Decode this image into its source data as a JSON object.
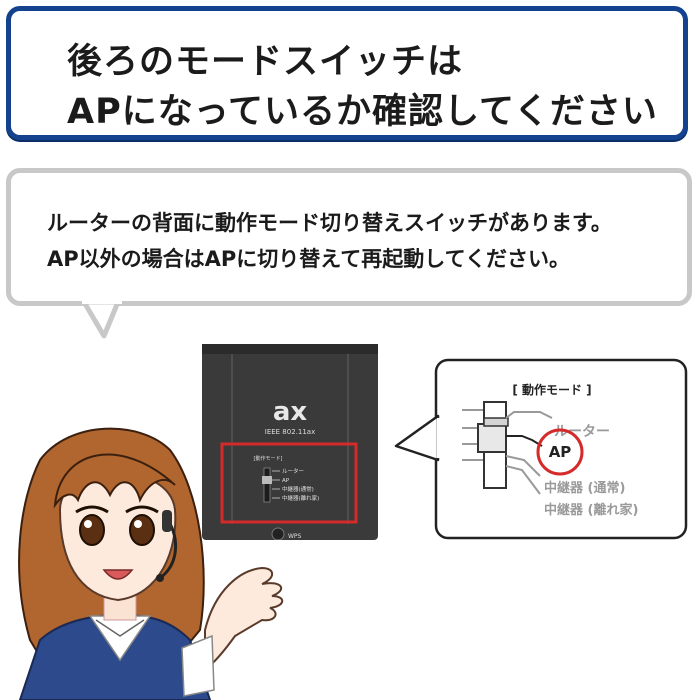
{
  "title": {
    "line1": "後ろのモードスイッチは",
    "line2": "APになっているか確認してください"
  },
  "bubble": {
    "line1": "ルーターの背面に動作モード切り替えスイッチがあります。",
    "line2": "AP以外の場合はAPに切り替えて再起動してください。"
  },
  "router": {
    "logo": "ax",
    "standard": "IEEE 802.11ax",
    "mode_heading": "[動作モード]",
    "modes": [
      "ルーター",
      "AP",
      "中継器(通常)",
      "中継器(離れ家)"
    ],
    "wps_label": "WPS"
  },
  "zoom": {
    "heading": "[ 動作モード ]",
    "modes": [
      "ルーター",
      "AP",
      "中継器 (通常)",
      "中継器 (離れ家)"
    ],
    "highlighted_mode": "AP"
  },
  "colors": {
    "title_border": "#14428f",
    "bubble_border": "#c8c8c8",
    "highlight_red": "#d42a2a",
    "router_body": "#3a3a3a"
  }
}
